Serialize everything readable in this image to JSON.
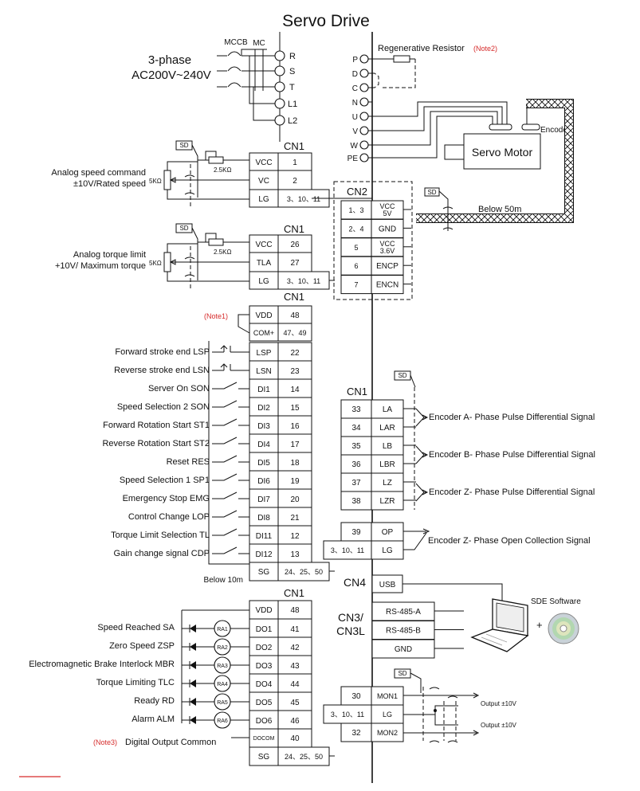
{
  "title": "Servo Drive",
  "power": {
    "phase_line1": "3-phase",
    "phase_line2": "AC200V~240V",
    "mccb": "MCCB",
    "mc": "MC",
    "terminals": [
      "R",
      "S",
      "T",
      "L1",
      "L2"
    ]
  },
  "regen": {
    "label": "Regenerative Resistor",
    "note": "(Note2)",
    "terminals": [
      "P",
      "D",
      "C",
      "N"
    ]
  },
  "motor": {
    "terminals": [
      "U",
      "V",
      "W",
      "PE"
    ],
    "label": "Servo Motor",
    "encoder": "Encoder",
    "below": "Below 50m",
    "sd": "SD"
  },
  "cn1_analog_speed": {
    "header": "CN1",
    "sd": "SD",
    "pot": "2.5KΩ",
    "res": "5KΩ",
    "label_line1": "Analog speed command",
    "label_line2": "±10V/Rated speed",
    "rows": [
      {
        "name": "VCC",
        "pin": "1"
      },
      {
        "name": "VC",
        "pin": "2"
      },
      {
        "name": "LG",
        "pin": "3、10、11"
      }
    ]
  },
  "cn1_analog_torque": {
    "header": "CN1",
    "sd": "SD",
    "pot": "2.5KΩ",
    "res": "5KΩ",
    "label_line1": "Analog torque limit",
    "label_line2": "+10V/ Maximum torque",
    "rows": [
      {
        "name": "VCC",
        "pin": "26"
      },
      {
        "name": "TLA",
        "pin": "27"
      },
      {
        "name": "LG",
        "pin": "3、10、11"
      }
    ]
  },
  "cn2": {
    "header": "CN2",
    "rows": [
      {
        "pin": "1、3",
        "name": "VCC\n5V"
      },
      {
        "pin": "2、4",
        "name": "GND"
      },
      {
        "pin": "5",
        "name": "VCC\n3.6V"
      },
      {
        "pin": "6",
        "name": "ENCP"
      },
      {
        "pin": "7",
        "name": "ENCN"
      }
    ]
  },
  "cn1_inputs": {
    "header": "CN1",
    "note1": "(Note1)",
    "vdd": {
      "name": "VDD",
      "pin": "48"
    },
    "com": {
      "name": "COM+",
      "pin": "47、49"
    },
    "rows": [
      {
        "label": "Forward stroke end  LSP",
        "name": "LSP",
        "pin": "22"
      },
      {
        "label": "Reverse stroke end  LSN",
        "name": "LSN",
        "pin": "23"
      },
      {
        "label": "Server On  SON",
        "name": "DI1",
        "pin": "14"
      },
      {
        "label": "Speed Selection 2  SON",
        "name": "DI2",
        "pin": "15"
      },
      {
        "label": "Forward Rotation Start  ST1",
        "name": "DI3",
        "pin": "16"
      },
      {
        "label": "Reverse Rotation Start  ST2",
        "name": "DI4",
        "pin": "17"
      },
      {
        "label": "Reset  RES",
        "name": "DI5",
        "pin": "18"
      },
      {
        "label": "Speed Selection 1  SP1",
        "name": "DI6",
        "pin": "19"
      },
      {
        "label": "Emergency Stop  EMG",
        "name": "DI7",
        "pin": "20"
      },
      {
        "label": "Control Change  LOP",
        "name": "DI8",
        "pin": "21"
      },
      {
        "label": "Torque Limit Selection  TL",
        "name": "DI11",
        "pin": "12"
      },
      {
        "label": "Gain change signal  CDP",
        "name": "DI12",
        "pin": "13"
      }
    ],
    "sg": {
      "name": "SG",
      "pin": "24、25、50"
    },
    "below": "Below 10m"
  },
  "cn1_encoder_out": {
    "header": "CN1",
    "sd": "SD",
    "rows": [
      {
        "pin": "33",
        "name": "LA"
      },
      {
        "pin": "34",
        "name": "LAR"
      },
      {
        "pin": "35",
        "name": "LB"
      },
      {
        "pin": "36",
        "name": "LBR"
      },
      {
        "pin": "37",
        "name": "LZ"
      },
      {
        "pin": "38",
        "name": "LZR"
      }
    ],
    "signals": [
      "Encoder A- Phase Pulse Differential Signal",
      "Encoder B- Phase Pulse Differential Signal",
      "Encoder Z- Phase Pulse Differential Signal"
    ],
    "op": {
      "pin": "39",
      "name": "OP"
    },
    "lg": {
      "pin": "3、10、11",
      "name": "LG"
    },
    "op_signal": "Encoder Z- Phase Open Collection Signal"
  },
  "cn4": {
    "header": "CN4",
    "name": "USB",
    "software": "SDE Software",
    "plus": "+"
  },
  "cn3": {
    "header_line1": "CN3/",
    "header_line2": "CN3L",
    "rows": [
      "RS-485-A",
      "RS-485-B",
      "GND"
    ]
  },
  "cn1_outputs": {
    "header": "CN1",
    "vdd": {
      "name": "VDD",
      "pin": "48"
    },
    "rows": [
      {
        "label": "Speed Reached  SA",
        "relay": "RA1",
        "name": "DO1",
        "pin": "41"
      },
      {
        "label": "Zero Speed  ZSP",
        "relay": "RA2",
        "name": "DO2",
        "pin": "42"
      },
      {
        "label": "Electromagnetic Brake Interlock  MBR",
        "relay": "RA3",
        "name": "DO3",
        "pin": "43"
      },
      {
        "label": "Torque Limiting  TLC",
        "relay": "RA4",
        "name": "DO4",
        "pin": "44"
      },
      {
        "label": "Ready  RD",
        "relay": "RA5",
        "name": "DO5",
        "pin": "45"
      },
      {
        "label": "Alarm  ALM",
        "relay": "RA6",
        "name": "DO6",
        "pin": "46"
      }
    ],
    "docom": {
      "name": "DOCOM",
      "pin": "40"
    },
    "note3": "(Note3)",
    "docom_label": "Digital Output Common",
    "sg": {
      "name": "SG",
      "pin": "24、25、50"
    }
  },
  "monitor": {
    "sd": "SD",
    "rows": [
      {
        "pin": "30",
        "name": "MON1"
      },
      {
        "pin": "3、10、11",
        "name": "LG"
      },
      {
        "pin": "32",
        "name": "MON2"
      }
    ],
    "outputs": [
      "Output ±10V",
      "Output ±10V"
    ]
  }
}
